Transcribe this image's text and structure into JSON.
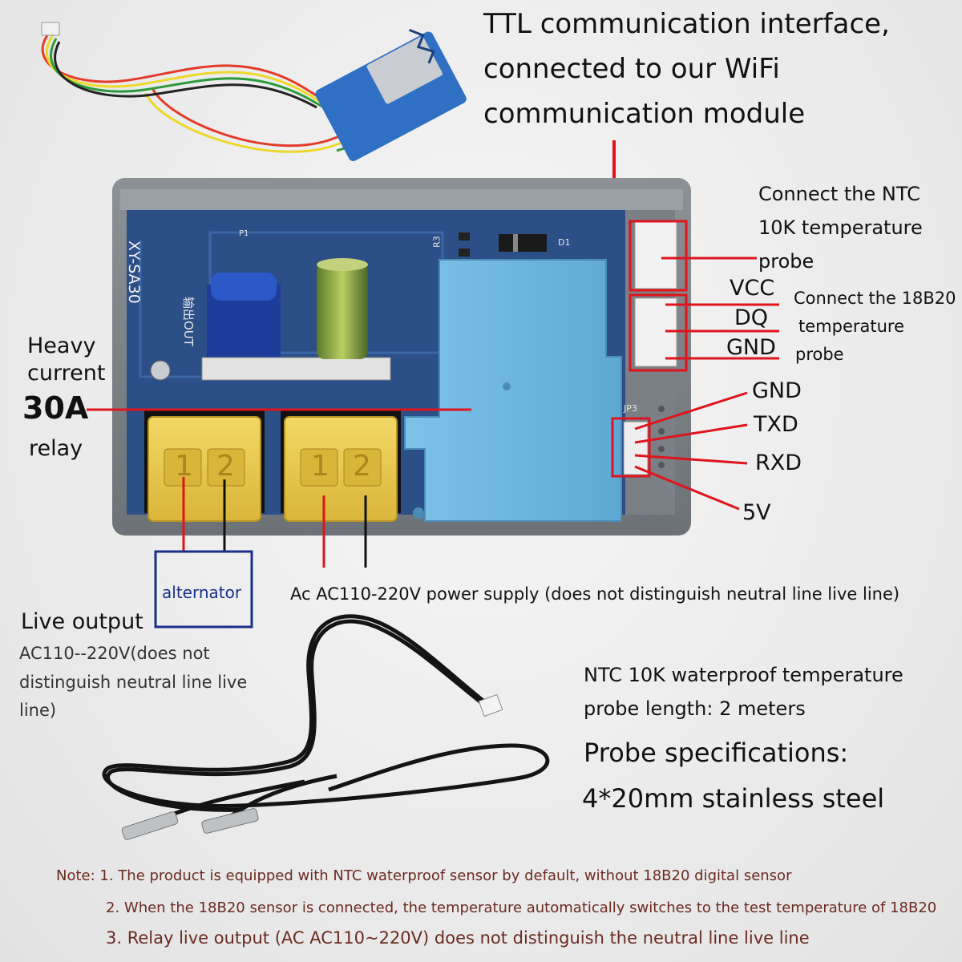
{
  "ttl_label": [
    "TTL communication interface,",
    "connected to our WiFi",
    "communication module"
  ],
  "ntc_connect_label": [
    "Connect the NTC",
    "10K temperature",
    "probe"
  ],
  "ds18b20_connect_label": [
    "Connect the 18B20",
    "temperature",
    "probe"
  ],
  "pins_18b20": [
    "VCC",
    "DQ",
    "GND"
  ],
  "pins_ttl": [
    "GND",
    "TXD",
    "RXD",
    "5V"
  ],
  "relay_label": [
    "Heavy",
    "current",
    "30A",
    "relay"
  ],
  "board": {
    "model": "XY-SA30",
    "out_label": "输出OUT",
    "p1": "P1",
    "r3": "R3",
    "d1": "D1",
    "jp3": "JP3",
    "terminal_numbers": [
      "1",
      "2",
      "1",
      "2"
    ]
  },
  "alternator_label": "alternator",
  "power_supply_label": "Ac AC110-220V power supply (does not distinguish neutral line live line)",
  "live_output_label": {
    "title": "Live output",
    "lines": [
      "AC110--220V(does not",
      "distinguish neutral line live",
      "line)"
    ]
  },
  "ntc_probe_info": [
    "NTC 10K waterproof temperature",
    "probe length: 2 meters"
  ],
  "probe_spec": [
    "Probe specifications:",
    "4*20mm stainless steel"
  ],
  "notes": [
    "Note: 1. The product is equipped with NTC waterproof sensor by default, without 18B20 digital sensor",
    "2. When the 18B20 sensor is connected, the temperature automatically switches to the test temperature of 18B20",
    "3. Relay live output (AC AC110~220V) does not distinguish the neutral line live line"
  ],
  "colors": {
    "wire_red": "#e0141c",
    "pcb_blue": "#2b4f86",
    "relay_blue": "#6fb7df",
    "terminal_yellow": "#e9c84a",
    "box_blue": "#1a2f8a",
    "note_text": "#6b2a20"
  }
}
